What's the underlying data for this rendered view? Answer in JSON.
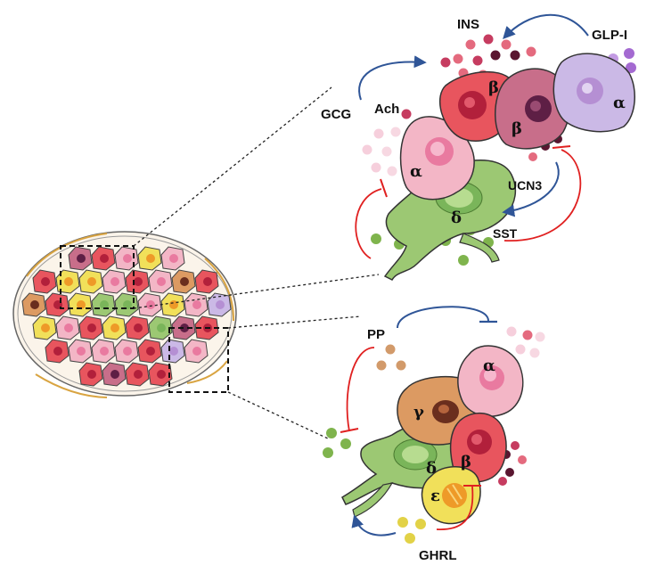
{
  "labels": {
    "ins": "INS",
    "glp1": "GLP-I",
    "gcg": "GCG",
    "ach": "Ach",
    "ucn3": "UCN3",
    "sst": "SST",
    "pp": "PP",
    "ghrl": "GHRL"
  },
  "cells": {
    "alpha": "α",
    "beta": "β",
    "delta": "δ",
    "gamma": "γ",
    "epsilon": "ε"
  },
  "colors": {
    "alpha_cell": "#f3b6c6",
    "alpha_top_cell": "#cbb9e6",
    "beta_cell": "#e8555e",
    "beta_dark_cell": "#c86e8a",
    "delta_cell": "#9cc873",
    "gamma_cell": "#dc9a62",
    "epsilon_cell": "#f1e05a",
    "stimulate_arrow": "#2f5597",
    "inhibit_line": "#e02020",
    "capsule_accent": "#d9a441"
  }
}
